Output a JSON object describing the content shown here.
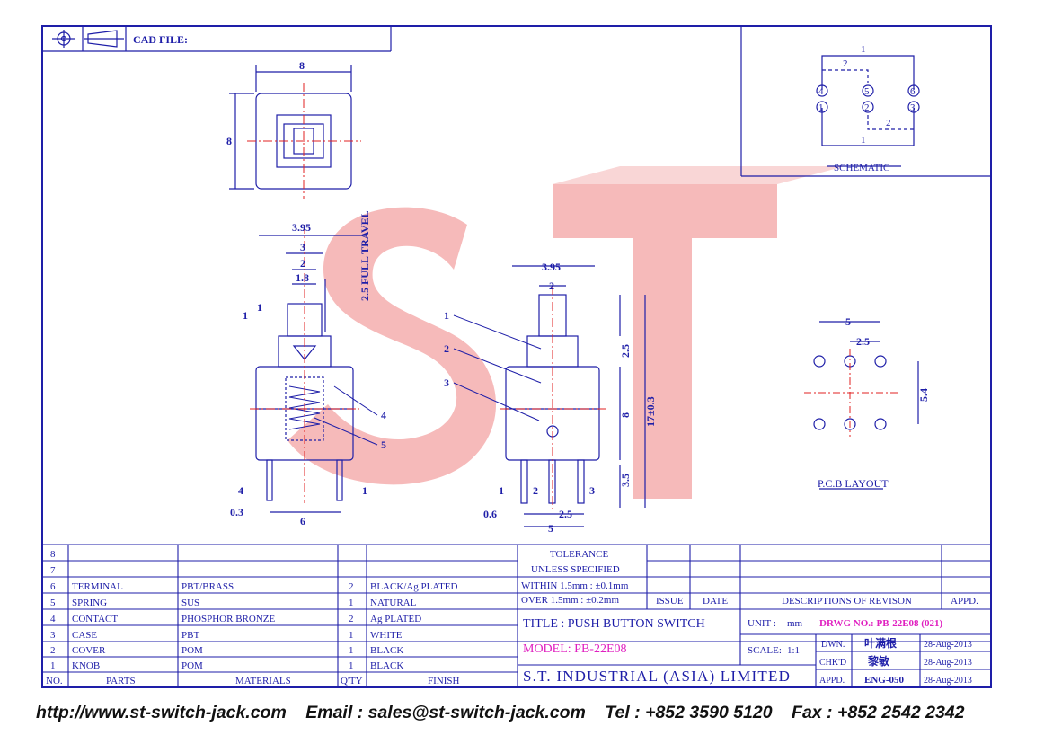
{
  "header": {
    "cad_file_label": "CAD FILE:"
  },
  "schematic": {
    "caption": "SCHEMATIC",
    "pins": [
      "4",
      "5",
      "6",
      "1",
      "2",
      "3"
    ],
    "contact_labels": [
      "1",
      "2",
      "2",
      "1"
    ]
  },
  "pcb": {
    "caption": "P.C.B LAYOUT",
    "dims": [
      "5",
      "2.5",
      "5.4"
    ]
  },
  "top_view": {
    "dims": [
      "8",
      "8"
    ]
  },
  "side_view": {
    "dims": [
      "3.95",
      "3",
      "2",
      "1.8",
      "1",
      "1",
      "2.5 FULL TRAVEL",
      "0.3",
      "6"
    ],
    "callouts": [
      "4",
      "5"
    ],
    "pins": [
      "4",
      "1"
    ]
  },
  "front_view": {
    "dims": [
      "3.95",
      "2",
      "2.5",
      "8",
      "17±0.3",
      "3.5",
      "0.6",
      "2.5",
      "5"
    ],
    "callouts": [
      "1",
      "2",
      "3"
    ],
    "pins": [
      "1",
      "2",
      "3"
    ]
  },
  "watermark": "ST",
  "bom": {
    "headers": [
      "NO.",
      "PARTS",
      "MATERIALS",
      "Q'TY",
      "FINISH"
    ],
    "rows": [
      [
        "8",
        "",
        "",
        "",
        ""
      ],
      [
        "7",
        "",
        "",
        "",
        ""
      ],
      [
        "6",
        "TERMINAL",
        "PBT/BRASS",
        "2",
        "BLACK/Ag PLATED"
      ],
      [
        "5",
        "SPRING",
        "SUS",
        "1",
        "NATURAL"
      ],
      [
        "4",
        "CONTACT",
        "PHOSPHOR BRONZE",
        "2",
        "Ag PLATED"
      ],
      [
        "3",
        "CASE",
        "PBT",
        "1",
        "WHITE"
      ],
      [
        "2",
        "COVER",
        "POM",
        "1",
        "BLACK"
      ],
      [
        "1",
        "KNOB",
        "POM",
        "1",
        "BLACK"
      ]
    ]
  },
  "tolerance": {
    "title": "TOLERANCE",
    "subtitle": "UNLESS SPECIFIED",
    "within": "WITHIN 1.5mm : ±0.1mm",
    "over": "OVER   1.5mm : ±0.2mm"
  },
  "revision": {
    "issue": "ISSUE",
    "date": "DATE",
    "desc": "DESCRIPTIONS OF REVISON",
    "appd": "APPD."
  },
  "title_block": {
    "title": "TITLE : PUSH BUTTON SWITCH",
    "unit_label": "UNIT :",
    "unit": "mm",
    "drwg_no": "DRWG NO.: PB-22E08 (021)",
    "model": "MODEL: PB-22E08",
    "scale_label": "SCALE:",
    "scale": "1:1",
    "company": "S.T. INDUSTRIAL (ASIA) LIMITED",
    "dwn_label": "DWN.",
    "dwn_name": "叶满根",
    "dwn_date": "28-Aug-2013",
    "chkd_label": "CHK'D",
    "chkd_name": "黎敏",
    "chkd_date": "28-Aug-2013",
    "appd_label": "APPD.",
    "appd_name": "ENG-050",
    "appd_date": "28-Aug-2013"
  },
  "footer": {
    "web": "http://www.st-switch-jack.com",
    "email": "Email : sales@st-switch-jack.com",
    "tel": "Tel : +852 3590 5120",
    "fax": "Fax : +852 2542 2342"
  },
  "colors": {
    "line": "#1e1ea8",
    "red": "#e02020",
    "magenta": "#e020c0",
    "watermark": "#f2a0a0"
  }
}
